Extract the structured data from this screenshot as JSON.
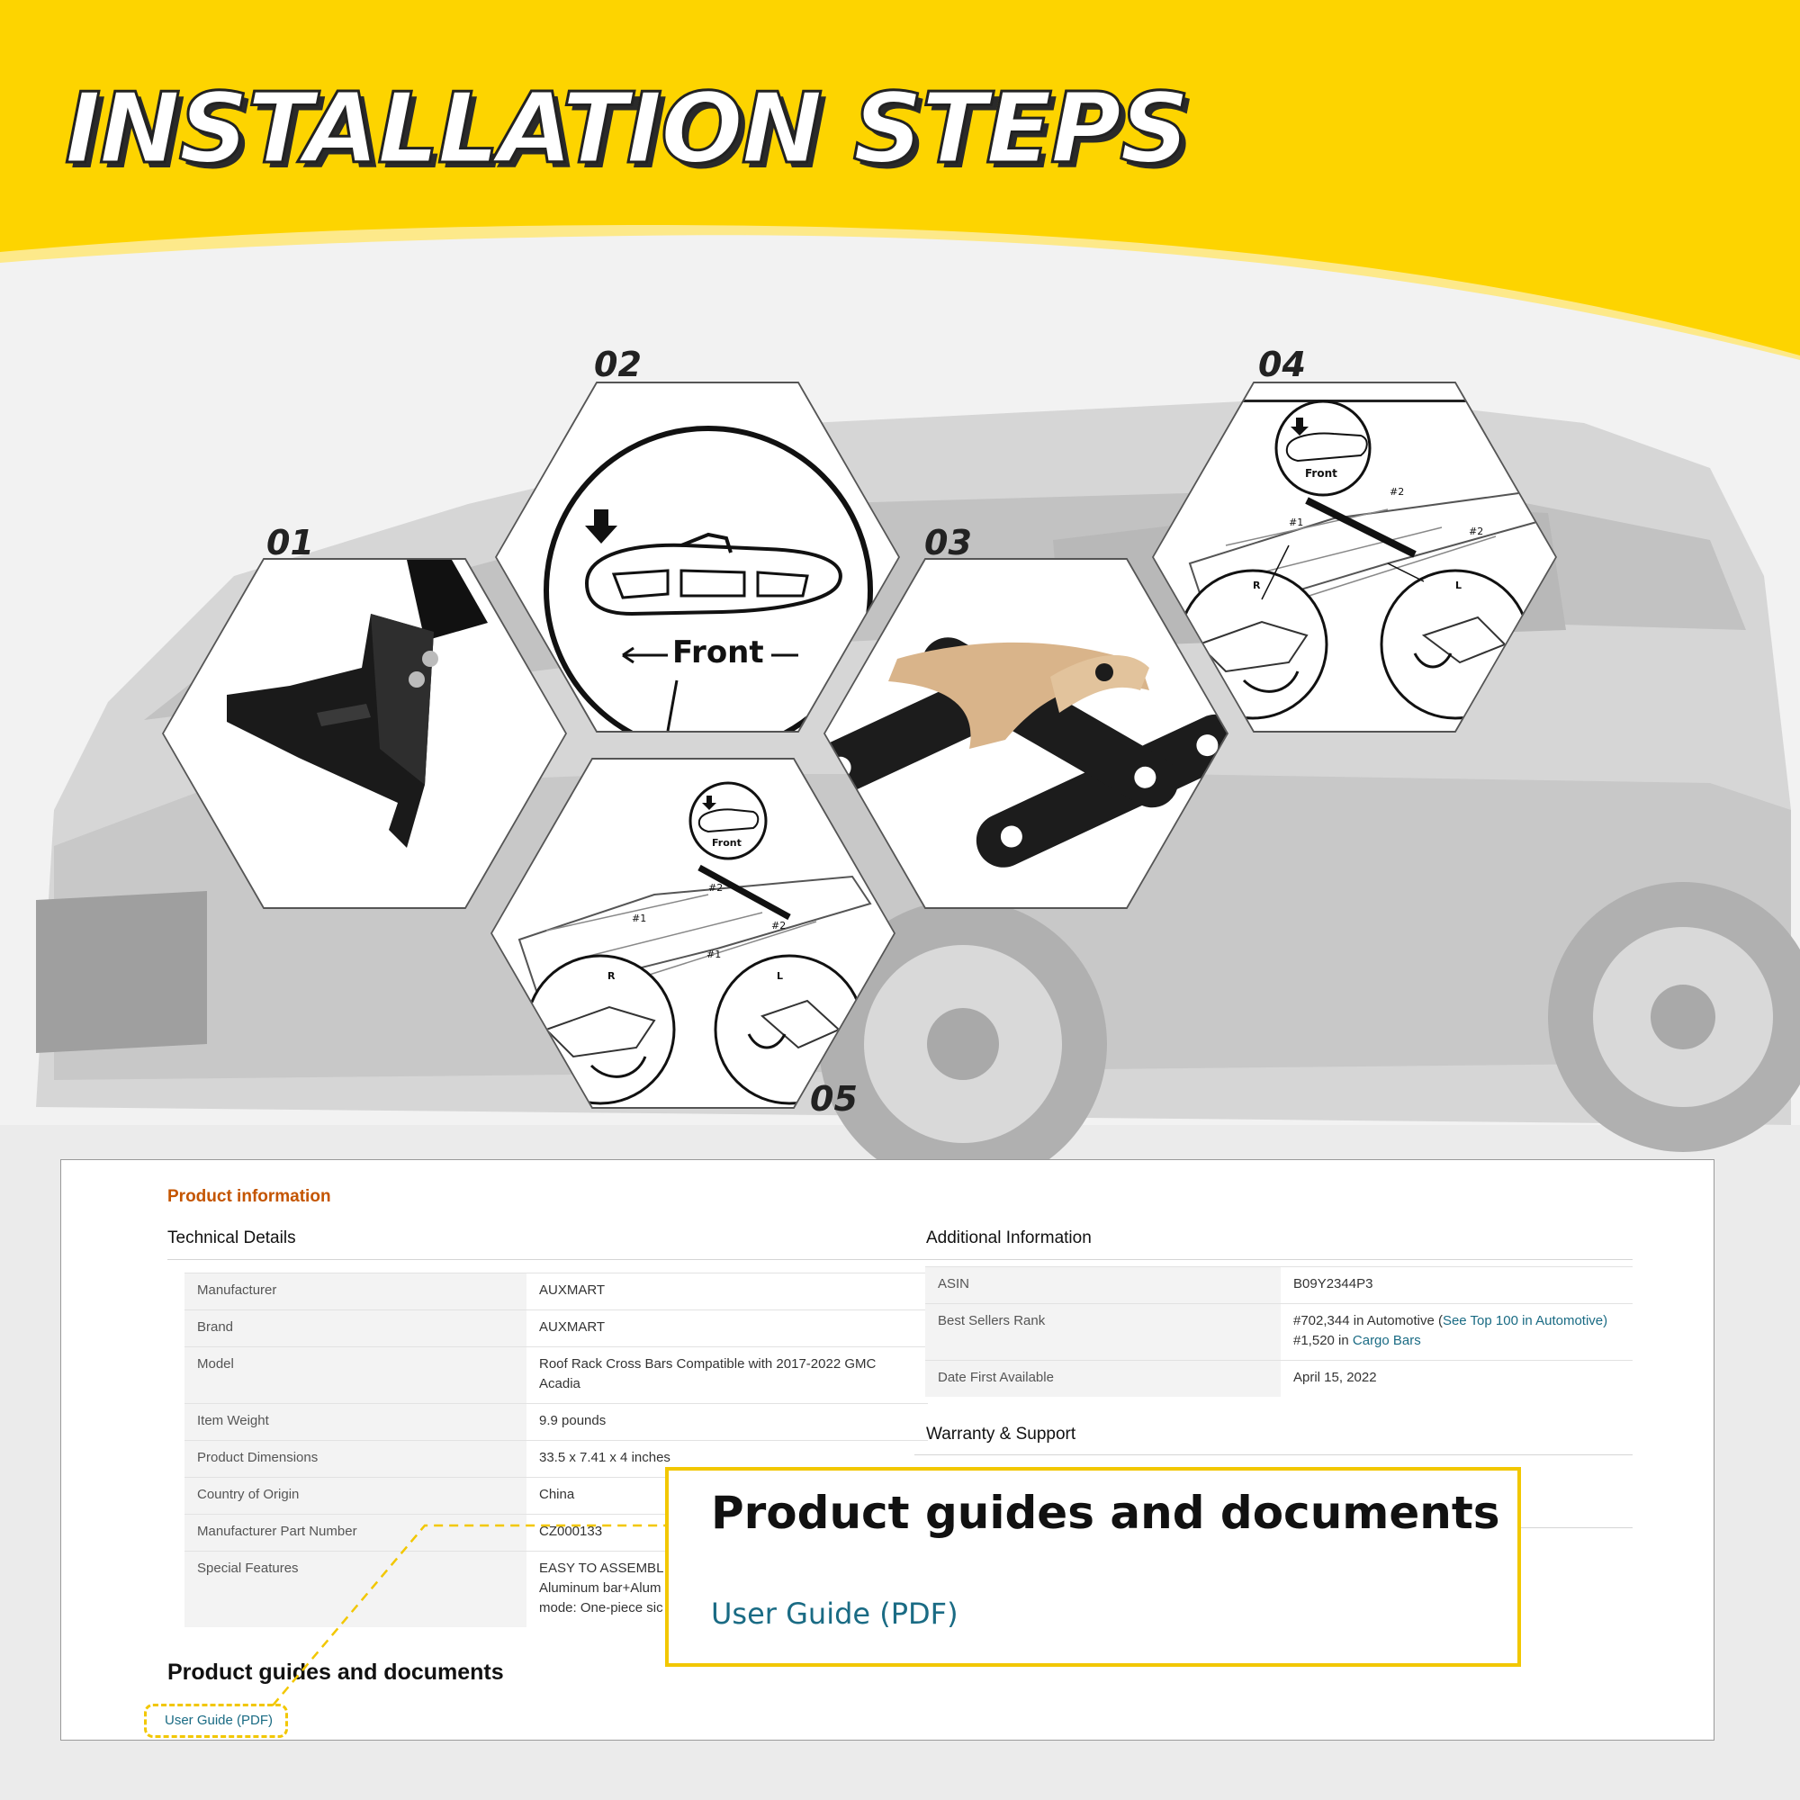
{
  "header": {
    "title": "INSTALLATION STEPS",
    "accent_color": "#fdd400",
    "accent_light": "#fde98a"
  },
  "steps": [
    {
      "num": "01",
      "illustration": "bracket-foot-photo"
    },
    {
      "num": "02",
      "illustration": "front-direction-diagram",
      "label": "Front"
    },
    {
      "num": "03",
      "illustration": "rubber-pads-photo"
    },
    {
      "num": "04",
      "illustration": "roof-install-diagram",
      "label": "Front",
      "callouts": [
        "#1",
        "#2",
        "#2",
        "R",
        "L"
      ]
    },
    {
      "num": "05",
      "illustration": "roof-install-diagram",
      "label": "Front",
      "callouts": [
        "#1",
        "#1",
        "#2",
        "#2",
        "R",
        "L"
      ]
    }
  ],
  "product_info": {
    "heading": "Product information",
    "technical_details": {
      "title": "Technical Details",
      "rows": [
        {
          "key": "Manufacturer",
          "value": "AUXMART"
        },
        {
          "key": "Brand",
          "value": "AUXMART"
        },
        {
          "key": "Model",
          "value": "Roof Rack Cross Bars Compatible with 2017-2022 GMC Acadia"
        },
        {
          "key": "Item Weight",
          "value": "9.9 pounds"
        },
        {
          "key": "Product Dimensions",
          "value": "33.5 x 7.41 x 4 inches"
        },
        {
          "key": "Country of Origin",
          "value": "China"
        },
        {
          "key": "Manufacturer Part Number",
          "value": "CZ000133"
        },
        {
          "key": "Special Features",
          "value_lines": [
            "EASY TO ASSEMBL",
            "Aluminum bar+Alum",
            "mode: One-piece sic"
          ]
        }
      ]
    },
    "additional_info": {
      "title": "Additional Information",
      "asin_key": "ASIN",
      "asin": "B09Y2344P3",
      "rank_key": "Best Sellers Rank",
      "rank1_text": "#702,344 in Automotive (",
      "rank1_link": "See Top 100 in Automotive",
      "rank1_close": ")",
      "rank2_text": "#1,520 in ",
      "rank2_link": "Cargo Bars",
      "date_key": "Date First Available",
      "date": "April 15, 2022"
    },
    "warranty": {
      "title": "Warranty & Support"
    },
    "guides": {
      "title": "Product guides and documents",
      "link": "User Guide (PDF)"
    }
  },
  "callout": {
    "title": "Product guides and documents",
    "link": "User Guide (PDF)",
    "border_color": "#f2c700"
  }
}
